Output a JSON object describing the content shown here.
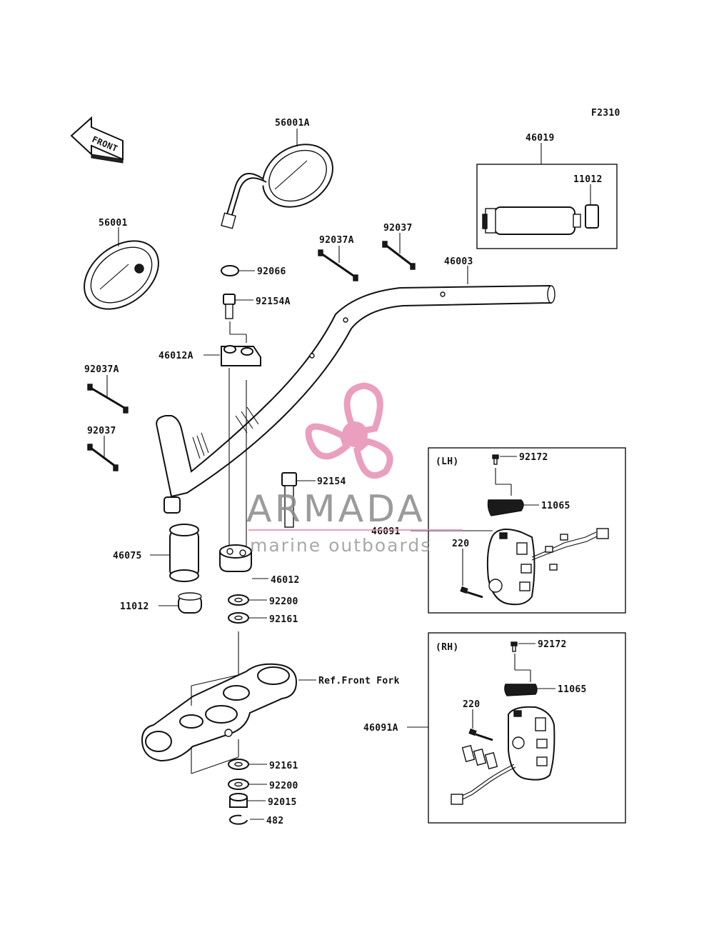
{
  "figure_code": "F2310",
  "front_arrow_label": "FRONT",
  "box_lh_tag": "(LH)",
  "box_rh_tag": "(RH)",
  "reference_text": "Ref.Front Fork",
  "watermark": {
    "title": "ARMADA",
    "subtitle": "marine outboards",
    "logo_color": "#e78fb3",
    "text_color": "#8a8a8a"
  },
  "parts": {
    "p56001A": "56001A",
    "p56001": "56001",
    "p46019": "46019",
    "p11012_top": "11012",
    "p92037A_top": "92037A",
    "p92037_top": "92037",
    "p46003": "46003",
    "p92066": "92066",
    "p92154A": "92154A",
    "p46012A": "46012A",
    "p92037A_left": "92037A",
    "p92037_left": "92037",
    "p92154": "92154",
    "p46075": "46075",
    "p46012": "46012",
    "p11012_left": "11012",
    "p92200_top": "92200",
    "p92161_top": "92161",
    "p92161_bottom": "92161",
    "p92200_bottom": "92200",
    "p92015": "92015",
    "p482": "482",
    "p92172_lh": "92172",
    "p11065_lh": "11065",
    "p46091": "46091",
    "p220_lh": "220",
    "p92172_rh": "92172",
    "p11065_rh": "11065",
    "p220_rh": "220",
    "p46091A": "46091A"
  }
}
